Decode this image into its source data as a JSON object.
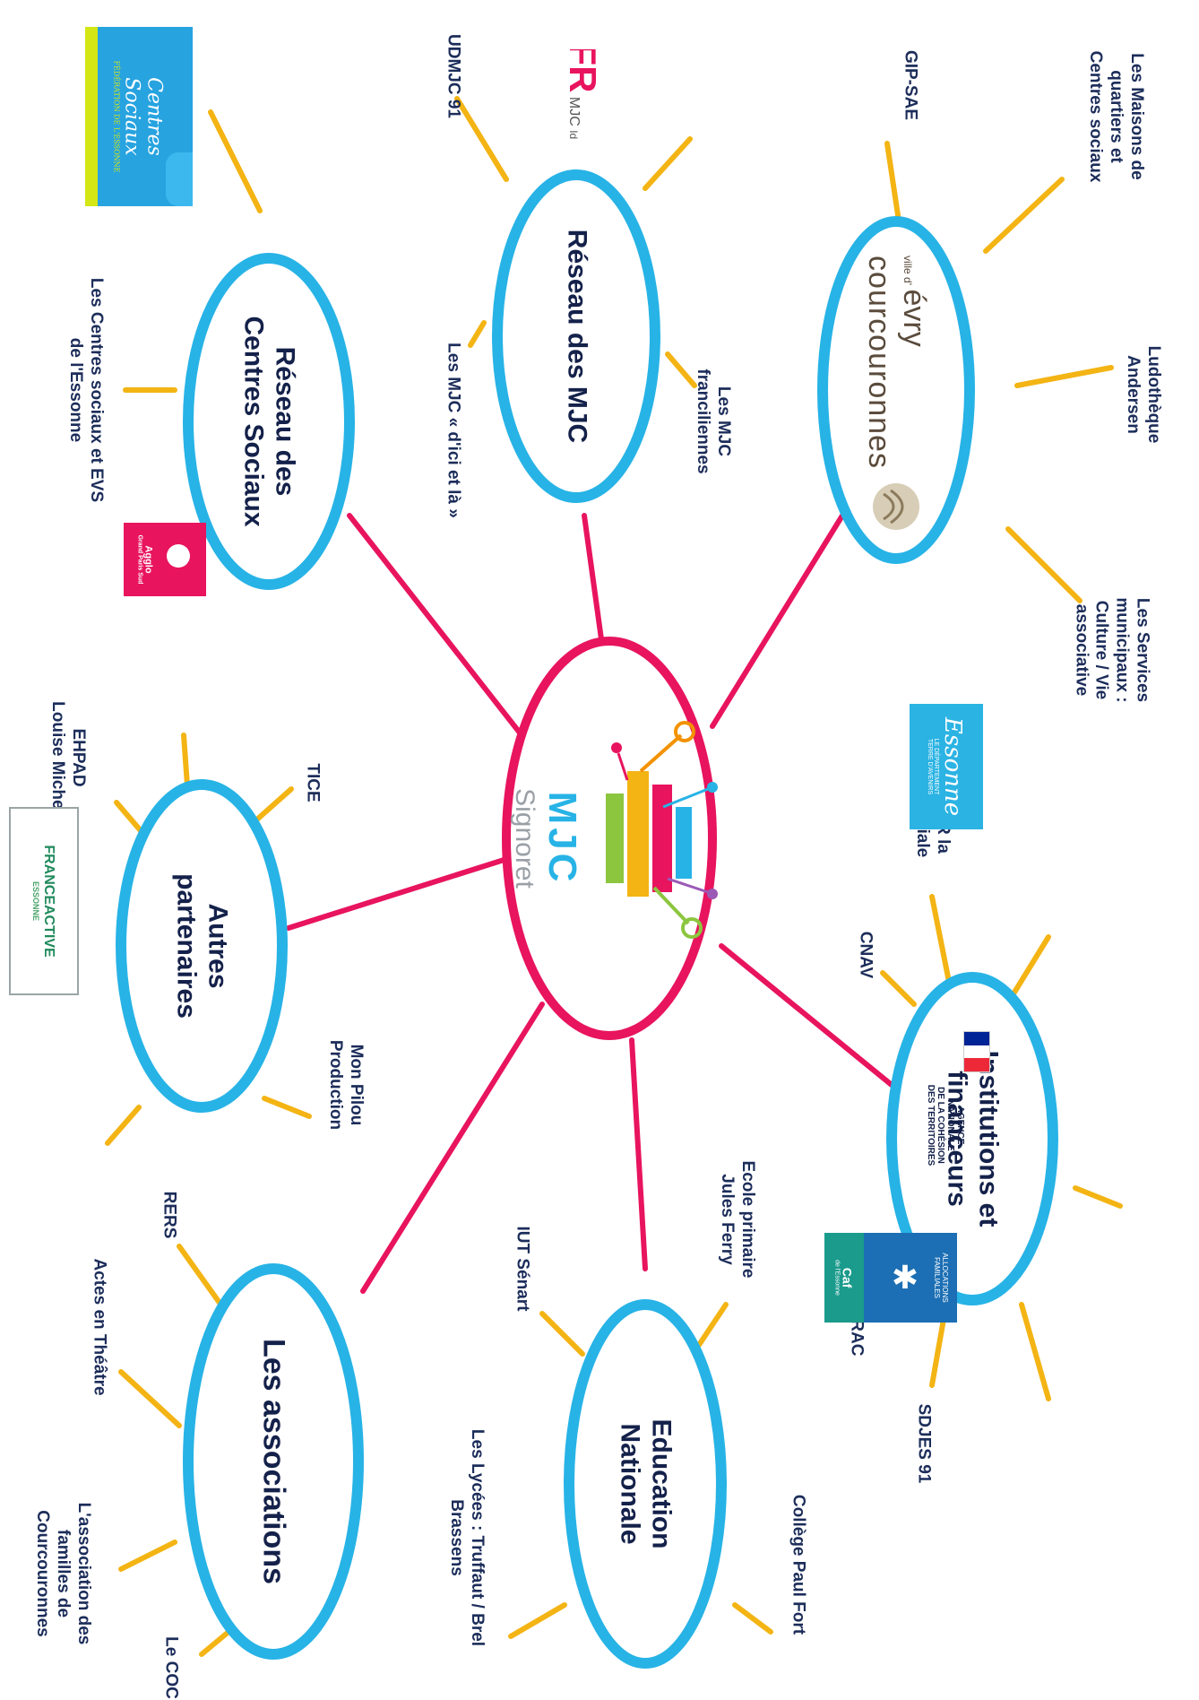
{
  "center": {
    "title": "MJC",
    "subtitle": "Signoret"
  },
  "hubs": [
    {
      "id": "evry",
      "title_small": "ville d'",
      "title_big": "évry",
      "title_sub": "courcouronnes"
    },
    {
      "id": "mjc",
      "label": "Réseau des MJC"
    },
    {
      "id": "centres",
      "label_line1": "Réseau des",
      "label_line2": "Centres Sociaux"
    },
    {
      "id": "autres",
      "label_line1": "Autres",
      "label_line2": "partenaires"
    },
    {
      "id": "associations",
      "label": "Les associations"
    },
    {
      "id": "education",
      "label_line1": "Education",
      "label_line2": "Nationale"
    },
    {
      "id": "institutions",
      "label_line1": "Institutions et",
      "label_line2": "financeurs"
    }
  ],
  "satellites": {
    "evry": [
      {
        "line1": "Les Maisons de",
        "line2": "quartiers et",
        "line3": "Centres sociaux"
      },
      {
        "line1": "GIP-SAE"
      },
      {
        "line1": "Ludothèque",
        "line2": "Andersen"
      },
      {
        "line1": "Les Services",
        "line2": "municipaux :",
        "line3": "Culture / Vie",
        "line4": "associative"
      }
    ],
    "mjc": [
      {
        "line1": "UDMJC 91"
      },
      {
        "line1": "Les MJC",
        "line2": "franciliennes"
      },
      {
        "line1": "Les MJC « d'ici et là »"
      }
    ],
    "centres": [
      {
        "line1": "Les Centres sociaux et EVS",
        "line2": "de l'Essonne"
      }
    ],
    "autres": [
      {
        "line1": "TICE"
      },
      {
        "line1": "EHPAD",
        "line2": "Louise Michel"
      },
      {
        "line1": "Mon Pilou",
        "line2": "Production"
      }
    ],
    "associations": [
      {
        "line1": "RERS"
      },
      {
        "line1": "Actes en Théâtre"
      },
      {
        "line1": "L'association des",
        "line2": "familles de",
        "line3": "Courcouronnes"
      },
      {
        "line1": "Le COC"
      }
    ],
    "education": [
      {
        "line1": "Ecole primaire",
        "line2": "Jules Ferry"
      },
      {
        "line1": "IUT Sénart"
      },
      {
        "line1": "Les Lycées : Truffaut / Brel",
        "line2": "Brassens"
      },
      {
        "line1": "Collège Paul Fort"
      }
    ],
    "institutions": [
      {
        "line1": "AG2R la",
        "line2": "Mondiale"
      },
      {
        "line1": "CNAV"
      },
      {
        "line1": "DRAC"
      },
      {
        "line1": "SDJES 91"
      }
    ]
  },
  "logos": {
    "centres_sociaux": {
      "line1": "Centres",
      "line2": "Sociaux",
      "line3": "FÉDÉRATION DE L'ESSONNE"
    },
    "mjc_idf": {
      "letters": "FR",
      "line1": "MJC",
      "line2": "IdF"
    },
    "agglo": {
      "line1": "Agglo",
      "line2": "Grand Paris Sud"
    },
    "france_active": {
      "line1": "FRANCEACTIVE",
      "line2": "ESSONNE"
    },
    "essonne": {
      "line1": "Essonne",
      "line2": "LE DÉPARTEMENT",
      "line3": "TERRE D'AVENIRS"
    },
    "anct": {
      "line1": "AGENCE",
      "line2": "NATIONALE",
      "line3": "DE LA COHÉSION",
      "line4": "DES TERRITOIRES"
    },
    "caf": {
      "line1": "ALLOCATIONS",
      "line2": "FAMILIALES",
      "line3": "Caf",
      "line4": "de l'Essonne"
    }
  },
  "colors": {
    "hub_stroke": "#27b3e6",
    "center_stroke": "#e8145e",
    "connector": "#e8145e",
    "ray": "#f3b414",
    "text": "#14214a"
  }
}
